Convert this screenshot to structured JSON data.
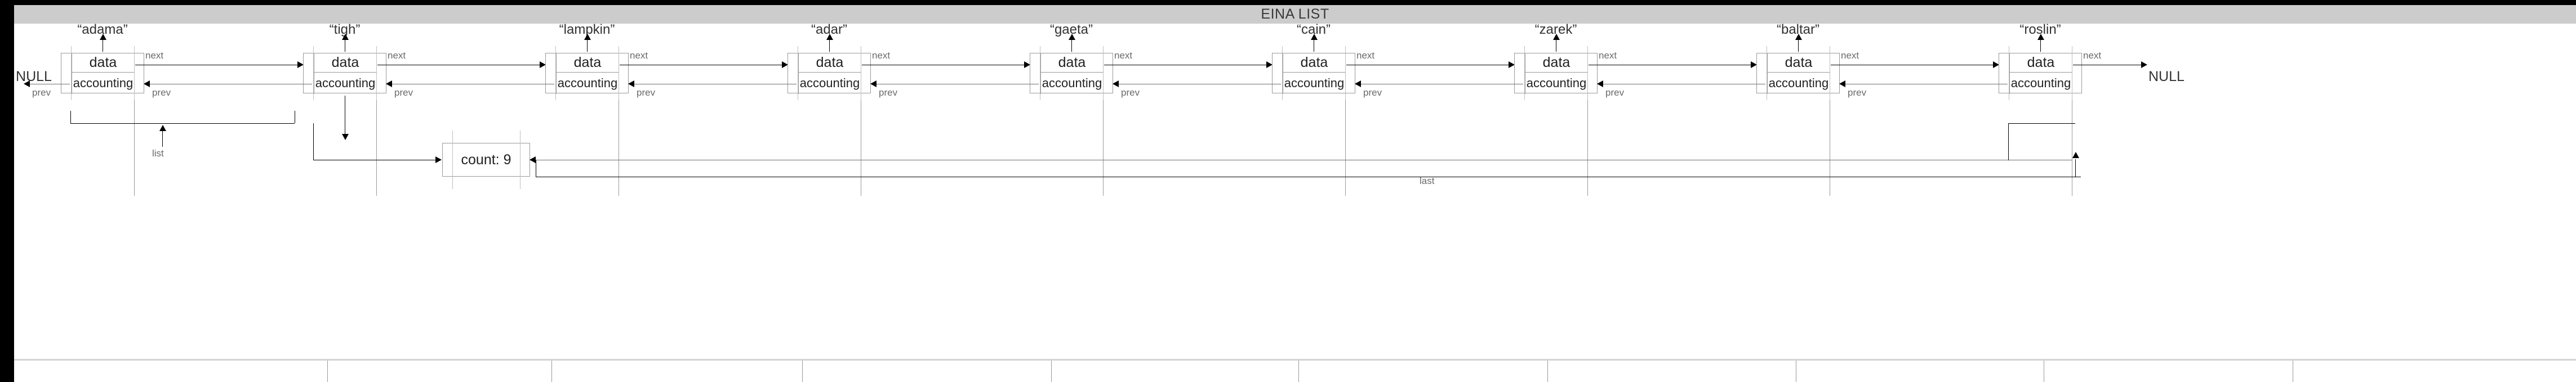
{
  "window": {
    "title": "EINA LIST",
    "titlebar_bg": "#cccccc",
    "canvas_bg": "#ffffff",
    "frame_color": "#000000"
  },
  "diagram": {
    "type": "doubly-linked-list",
    "node_field_labels": {
      "data": "data",
      "accounting": "accounting"
    },
    "pointer_labels": {
      "next": "next",
      "prev": "prev"
    },
    "terminators": {
      "head_prev": "NULL",
      "tail_next": "NULL"
    },
    "list_pointer_label": "list",
    "last_pointer_label": "last",
    "accounting_block": {
      "count_label": "count: 9",
      "count_value": 9
    },
    "nodes": [
      {
        "name": "“adama”",
        "data": "data",
        "accounting": "accounting"
      },
      {
        "name": "“tigh”",
        "data": "data",
        "accounting": "accounting"
      },
      {
        "name": "“lampkin”",
        "data": "data",
        "accounting": "accounting"
      },
      {
        "name": "“adar”",
        "data": "data",
        "accounting": "accounting"
      },
      {
        "name": "“gaeta”",
        "data": "data",
        "accounting": "accounting"
      },
      {
        "name": "“cain”",
        "data": "data",
        "accounting": "accounting"
      },
      {
        "name": "“zarek”",
        "data": "data",
        "accounting": "accounting"
      },
      {
        "name": "“baltar”",
        "data": "data",
        "accounting": "accounting"
      },
      {
        "name": "“roslin”",
        "data": "data",
        "accounting": "accounting"
      }
    ],
    "next_labels": [
      "next",
      "next",
      "next",
      "next",
      "next",
      "next",
      "next",
      "next",
      "next"
    ],
    "prev_labels": [
      "prev",
      "prev",
      "prev",
      "prev",
      "prev",
      "prev",
      "prev",
      "prev",
      "prev"
    ]
  }
}
